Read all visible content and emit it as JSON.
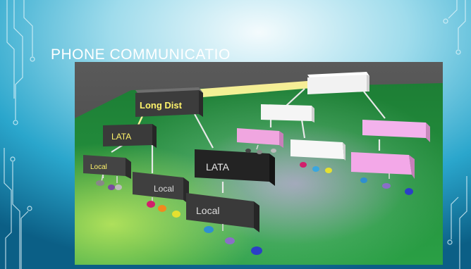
{
  "slide": {
    "title": "PHONE COMMUNICATIO"
  },
  "scene": {
    "nodes": {
      "long_distance": "Long Dist",
      "lata_left": "LATA",
      "local_left_small": "Local",
      "lata_center": "LATA",
      "local_center_1": "Local",
      "local_center_2": "Local"
    }
  },
  "colors": {
    "slide_frame": "#1a8fb5",
    "scene_wall": "#4a4a4a",
    "scene_floor": "#1f8a3a",
    "glow_yellow": "#ffee66",
    "white_box": "#f4f4f4",
    "pink_box": "#f0a6e0"
  }
}
